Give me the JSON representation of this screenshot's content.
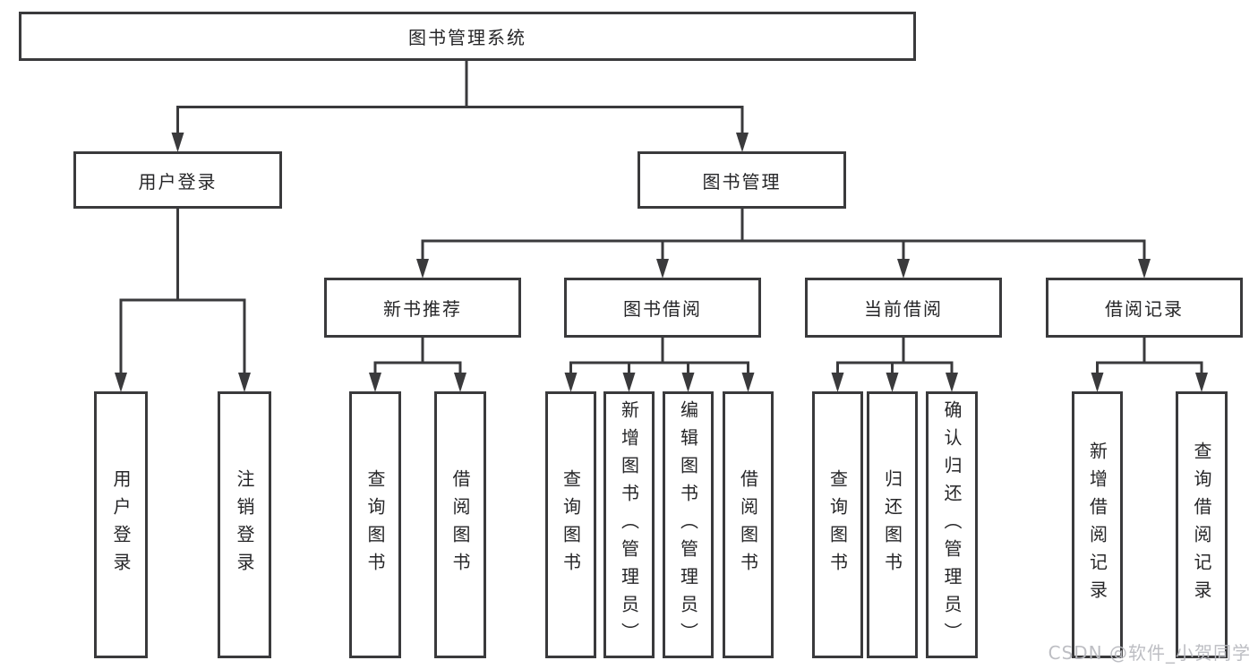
{
  "root": {
    "label": "图书管理系统"
  },
  "branches": {
    "user": {
      "label": "用户登录",
      "children": [
        {
          "label": "用户登录"
        },
        {
          "label": "注销登录"
        }
      ]
    },
    "book": {
      "label": "图书管理"
    }
  },
  "sections": [
    {
      "label": "新书推荐",
      "children": [
        {
          "label": "查询图书"
        },
        {
          "label": "借阅图书"
        }
      ]
    },
    {
      "label": "图书借阅",
      "children": [
        {
          "label": "查询图书"
        },
        {
          "label": "新增图书（管理员）"
        },
        {
          "label": "编辑图书（管理员）"
        },
        {
          "label": "借阅图书"
        }
      ]
    },
    {
      "label": "当前借阅",
      "children": [
        {
          "label": "查询图书"
        },
        {
          "label": "归还图书"
        },
        {
          "label": "确认归还（管理员）"
        }
      ]
    },
    {
      "label": "借阅记录",
      "children": [
        {
          "label": "新增借阅记录"
        },
        {
          "label": "查询借阅记录"
        }
      ]
    }
  ],
  "watermark": {
    "text": "CSDN @软件_小贺同学"
  },
  "colors": {
    "line": "#3a3a3c",
    "text": "#262628",
    "watermark": "#b9bac0",
    "background": "#ffffff"
  }
}
